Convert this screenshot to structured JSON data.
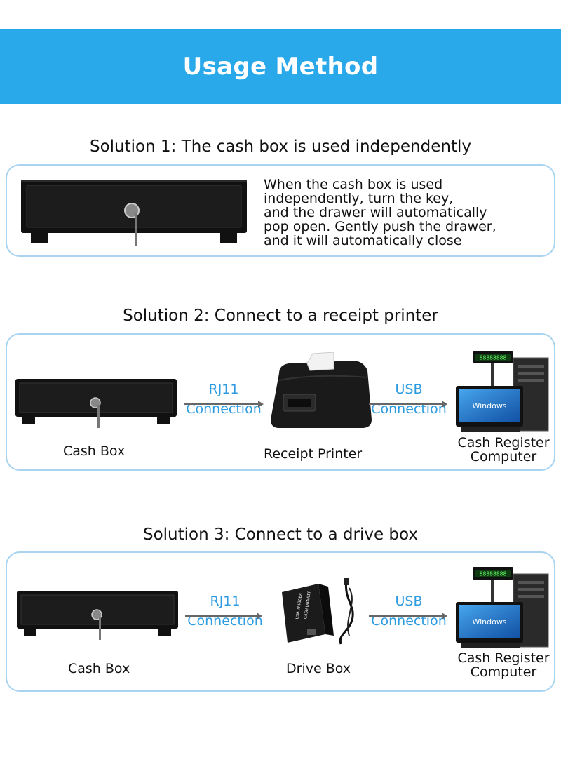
{
  "banner": {
    "title": "Usage Method"
  },
  "solution1": {
    "title": "Solution 1: The cash box is used independently",
    "description_lines": [
      "When the cash box is used",
      "independently, turn the key,",
      "and the drawer will automatically",
      "pop open. Gently push the drawer,",
      "and it will automatically close"
    ]
  },
  "solution2": {
    "title": "Solution 2: Connect to a receipt printer",
    "cash_box_label": "Cash Box",
    "conn1": {
      "top": "RJ11",
      "bottom": "Connection"
    },
    "printer_label": "Receipt Printer",
    "conn2": {
      "top": "USB",
      "bottom": "Connection"
    },
    "computer_label_1": "Cash Register",
    "computer_label_2": "Computer",
    "screen_text": "Windows"
  },
  "solution3": {
    "title": "Solution 3: Connect to a drive box",
    "cash_box_label": "Cash Box",
    "conn1": {
      "top": "RJ11",
      "bottom": "Connection"
    },
    "drive_label": "Drive Box",
    "drive_box_text_1": "USB TRIGGER",
    "drive_box_text_2": "CASH DRAWER",
    "conn2": {
      "top": "USB",
      "bottom": "Connection"
    },
    "computer_label_1": "Cash Register",
    "computer_label_2": "Computer",
    "screen_text": "Windows"
  },
  "colors": {
    "banner": "#29a8ea",
    "accent_text": "#2c9be0",
    "frame_border": "#a9d4f0"
  }
}
